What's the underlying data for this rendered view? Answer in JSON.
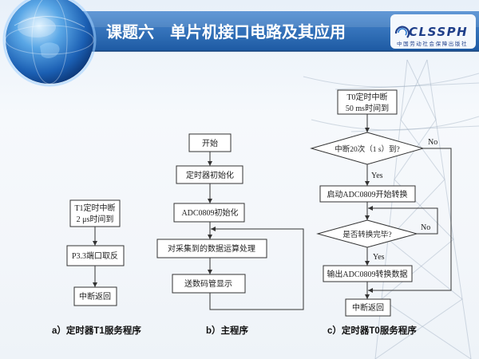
{
  "header": {
    "title": "课题六　单片机接口电路及其应用",
    "logo_text": "CLSSPH",
    "publisher": "中国劳动社会保障出版社"
  },
  "colors": {
    "title_bar": "#1d5aa3",
    "title_bar_light": "#4b8ad0",
    "title_text": "#ffffff",
    "logo": "#1f3f8a",
    "box_border": "#333333",
    "line": "#333333"
  },
  "flowchart_a": {
    "caption": "a）定时器T1服务程序",
    "entry_line1": "T1定时中断",
    "entry_line2": "2 μs时间到",
    "toggle_port": "P3.3端口取反",
    "return": "中断返回"
  },
  "flowchart_b": {
    "caption": "b）主程序",
    "start": "开始",
    "init_timer": "定时器初始化",
    "init_adc": "ADC0809初始化",
    "process_data": "对采集到的数据运算处理",
    "display": "送数码管显示"
  },
  "flowchart_c": {
    "caption": "c）定时器T0服务程序",
    "entry_line1": "T0定时中断",
    "entry_line2": "50 ms时间到",
    "decision_count": "中断20次（1 s）到?",
    "decision_count_no": "No",
    "decision_count_yes": "Yes",
    "start_conversion": "启动ADC0809开始转换",
    "decision_done": "是否转换完毕?",
    "decision_done_no": "No",
    "decision_done_yes": "Yes",
    "output_data": "输出ADC0809转换数据",
    "return": "中断返回"
  }
}
